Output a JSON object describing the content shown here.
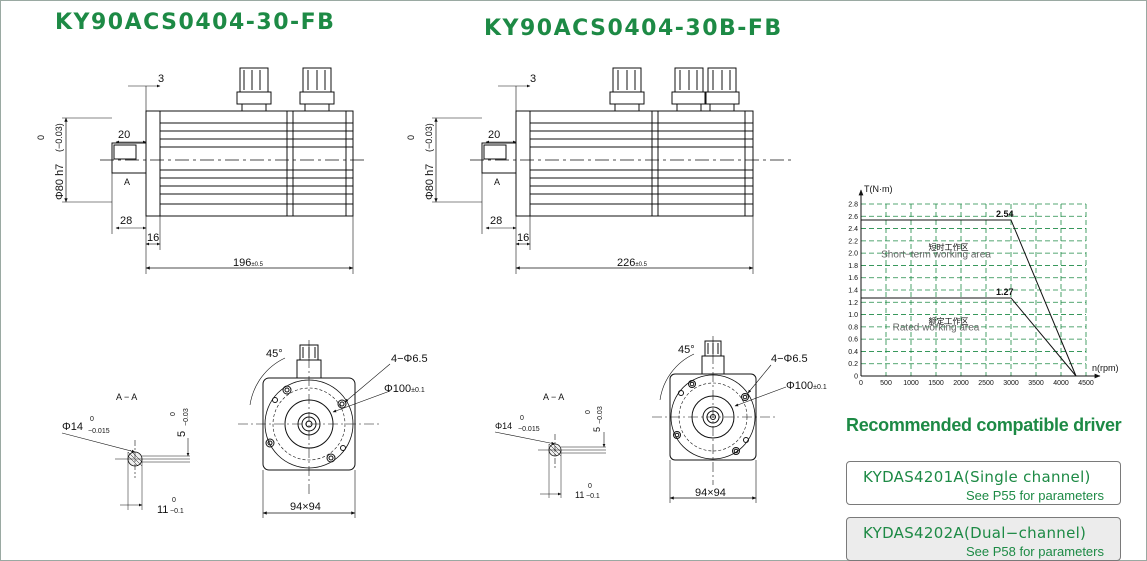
{
  "titles": {
    "left": "KY90ACS0404-30-FB",
    "right": "KY90ACS0404-30B-FB"
  },
  "dims_left": {
    "d3": "3",
    "shaft_dia": "Φ80 h7",
    "shaft_tol_top": "0",
    "shaft_tol_bottom": "(−0.03)",
    "key_len": "20",
    "section": "A",
    "d28": "28",
    "d16": "16",
    "length": "196",
    "length_tol": "±0.5"
  },
  "dims_right": {
    "d3": "3",
    "shaft_dia": "Φ80 h7",
    "shaft_tol_top": "0",
    "shaft_tol_bottom": "(−0.03)",
    "key_len": "20",
    "section": "A",
    "d28": "28",
    "d16": "16",
    "length": "226",
    "length_tol": "±0.5"
  },
  "section_left": {
    "label": "A − A",
    "shaft": "Φ14",
    "shaft_tol_top": "0",
    "shaft_tol_bottom": "−0.015",
    "key_h": "5",
    "key_h_tol_top": "0",
    "key_h_tol_bottom": "−0.03",
    "key_d": "11",
    "key_d_tol_top": "0",
    "key_d_tol_bottom": "−0.1"
  },
  "section_right": {
    "label": "A − A",
    "shaft": "Φ14",
    "shaft_tol_top": "0",
    "shaft_tol_bottom": "−0.015",
    "key_h": "5",
    "key_h_tol_top": "0",
    "key_h_tol_bottom": "−0.03",
    "key_d": "11",
    "key_d_tol_top": "0",
    "key_d_tol_bottom": "−0.1"
  },
  "front_left": {
    "angle": "45°",
    "holes": "4−Φ6.5",
    "pcd": "Φ100",
    "pcd_tol": "±0.1",
    "flange": "94×94"
  },
  "front_right": {
    "angle": "45°",
    "holes": "4−Φ6.5",
    "pcd": "Φ100",
    "pcd_tol": "±0.1",
    "flange": "94×94"
  },
  "chart_data": {
    "type": "line",
    "ylabel": "T(N·m)",
    "xlabel": "n(rpm)",
    "xlim": [
      0,
      4500
    ],
    "ylim": [
      0,
      2.8
    ],
    "xticks": [
      "0",
      "500",
      "1000",
      "1500",
      "2000",
      "2500",
      "3000",
      "3500",
      "4000",
      "4500"
    ],
    "yticks": [
      "0",
      "0.2",
      "0.4",
      "0.6",
      "0.8",
      "1.0",
      "1.2",
      "1.4",
      "1.6",
      "1.8",
      "2.0",
      "2.2",
      "2.4",
      "2.6",
      "2.8"
    ],
    "series": [
      {
        "values": [
          [
            0,
            2.54
          ],
          [
            3000,
            2.54
          ],
          [
            4300,
            0
          ]
        ]
      },
      {
        "values": [
          [
            0,
            1.27
          ],
          [
            3000,
            1.27
          ],
          [
            4300,
            0
          ]
        ]
      }
    ],
    "annotations": [
      {
        "text": "2.54",
        "x": 2500,
        "y": 2.54
      },
      {
        "text": "1.27",
        "x": 2500,
        "y": 1.27
      }
    ],
    "zones": [
      {
        "cn": "短时工作区",
        "en": "Short−term working area"
      },
      {
        "cn": "额定工作区",
        "en": "Rated working area"
      }
    ],
    "grid": true
  },
  "drivers": {
    "heading": "Recommended compatible driver",
    "items": [
      {
        "name": "KYDAS4201A(Single channel)",
        "sub": "See P55 for parameters"
      },
      {
        "name": "KYDAS4202A(Dual−channel)",
        "sub": "See P58 for parameters"
      }
    ]
  },
  "colors": {
    "accent": "#1d8a45",
    "grid": "#1d8a45",
    "line": "#111111"
  }
}
